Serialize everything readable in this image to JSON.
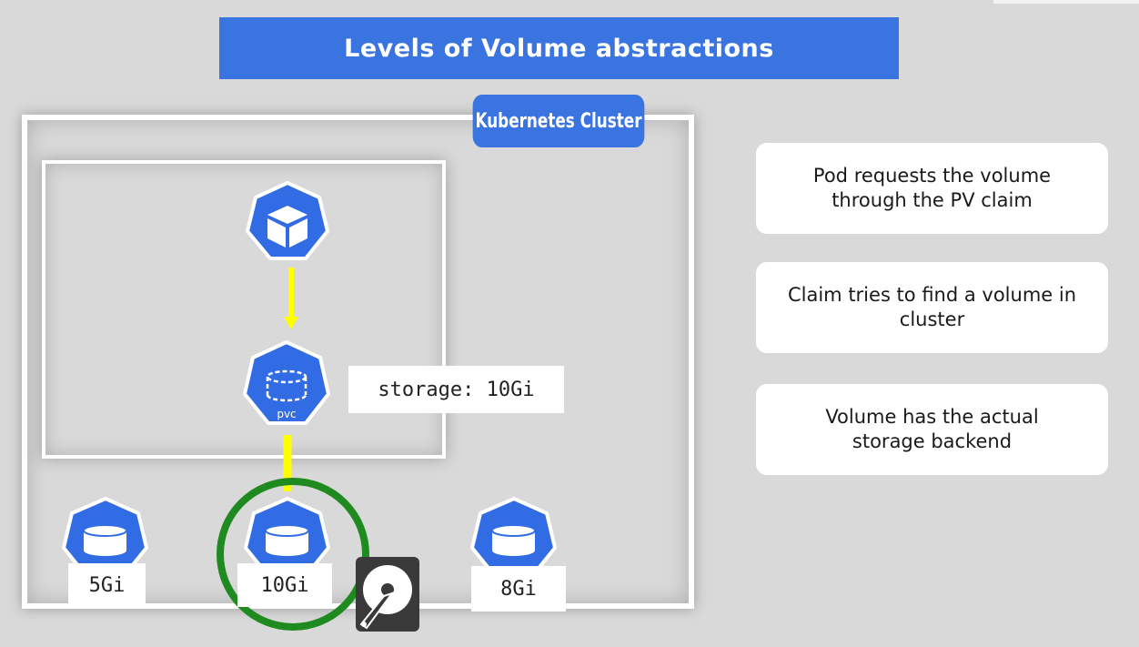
{
  "title": "Levels of Volume abstractions",
  "cluster": {
    "label": "Kubernetes Cluster"
  },
  "pod": {
    "icon": "pod-icon"
  },
  "pvc": {
    "icon": "pvc-icon",
    "caption": "pvc",
    "request_label": "storage: 10Gi"
  },
  "volumes": [
    {
      "icon": "volume-icon",
      "size": "5Gi"
    },
    {
      "icon": "volume-icon",
      "size": "10Gi",
      "selected": true
    },
    {
      "icon": "volume-icon",
      "size": "8Gi"
    }
  ],
  "storage_backend": {
    "icon": "hard-disk-icon"
  },
  "notes": [
    "Pod requests the volume through the PV claim",
    "Claim tries to find a volume in cluster",
    "Volume has the actual storage backend"
  ],
  "colors": {
    "accent": "#3a74e0",
    "k8s_blue": "#326ce5",
    "arrow": "#ffff00",
    "selection_ring": "#1f8a1f",
    "background": "#d9d9d9"
  }
}
